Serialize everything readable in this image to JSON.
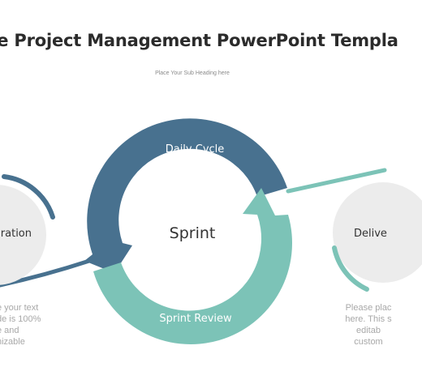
{
  "title": "le Project Management  PowerPoint Templa",
  "subtitle": "Place Your Sub Heading here",
  "diagram": {
    "center_label": "Sprint",
    "top_arc_label": "Daily Cycle",
    "bottom_arc_label": "Sprint Review",
    "left_circle_label": "ration",
    "right_circle_label": "Delive"
  },
  "left_text": "e your text\nde is 100%\ne and\nnizable",
  "right_text": "Please plac\nhere. This s\neditab\ncustom",
  "colors": {
    "dark_blue": "#48718f",
    "teal": "#7cc3b7",
    "circle_grey": "#ececec",
    "title_text": "#2b2b2b"
  }
}
